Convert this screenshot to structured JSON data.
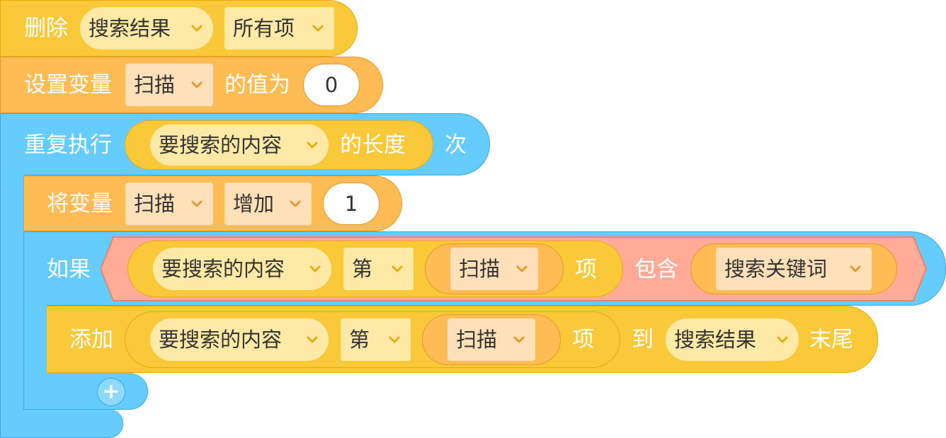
{
  "colors": {
    "list_block": "#f9c93a",
    "list_block_border": "#e6ac10",
    "variable_block": "#ffbb54",
    "variable_block_border": "#e69a2e",
    "control_block": "#66ccfe",
    "control_block_border": "#3aa9e0",
    "operator_block": "#ffab98",
    "operator_block_border": "#e08770",
    "list_dropdown_field": "#ffe9a6",
    "variable_dropdown_field": "#ffe0b8"
  },
  "blocks": {
    "delete": {
      "label": "删除",
      "list_dropdown": "搜索结果",
      "item_dropdown": "所有项"
    },
    "set_variable": {
      "label_prefix": "设置变量",
      "variable_dropdown": "扫描",
      "label_suffix": "的值为",
      "value": "0"
    },
    "repeat": {
      "label": "重复执行",
      "length_of_list": "要搜索的内容",
      "length_label": "的长度",
      "times_label": "次"
    },
    "change_variable": {
      "label": "将变量",
      "variable_dropdown": "扫描",
      "mode_dropdown": "增加",
      "value": "1"
    },
    "if": {
      "label": "如果",
      "list_dropdown": "要搜索的内容",
      "item_dropdown": "第",
      "index_variable": "扫描",
      "item_suffix": "项",
      "contains_label": "包含",
      "keyword_variable": "搜索关键词"
    },
    "add_to_list": {
      "label": "添加",
      "source_list": "要搜索的内容",
      "item_dropdown": "第",
      "index_variable": "扫描",
      "item_suffix": "项",
      "to_label": "到",
      "target_list": "搜索结果",
      "end_label": "末尾"
    },
    "add_button": "+"
  },
  "icons": {
    "dropdown": "chevron-down-icon",
    "add": "plus-icon"
  }
}
